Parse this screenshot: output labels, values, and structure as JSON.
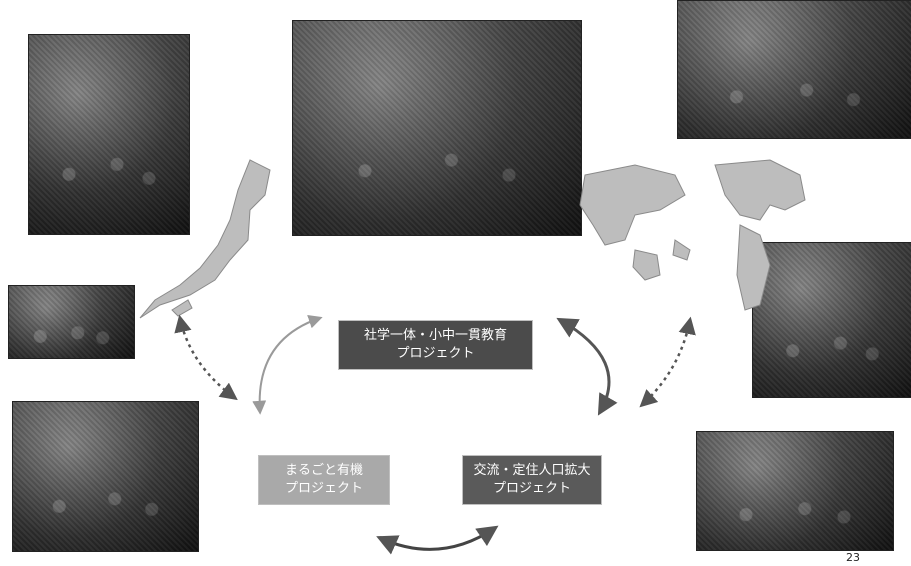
{
  "projects": {
    "center": {
      "line1": "社学一体・小中一貫教育",
      "line2": "プロジェクト"
    },
    "left": {
      "line1": "まるごと有機",
      "line2": "プロジェクト"
    },
    "right": {
      "line1": "交流・定住人口拡大",
      "line2": "プロジェクト"
    }
  },
  "page_number": "23",
  "colors": {
    "box_dark": "#4b4b4b",
    "box_light": "#a9a9a9",
    "arrow": "#555555"
  }
}
